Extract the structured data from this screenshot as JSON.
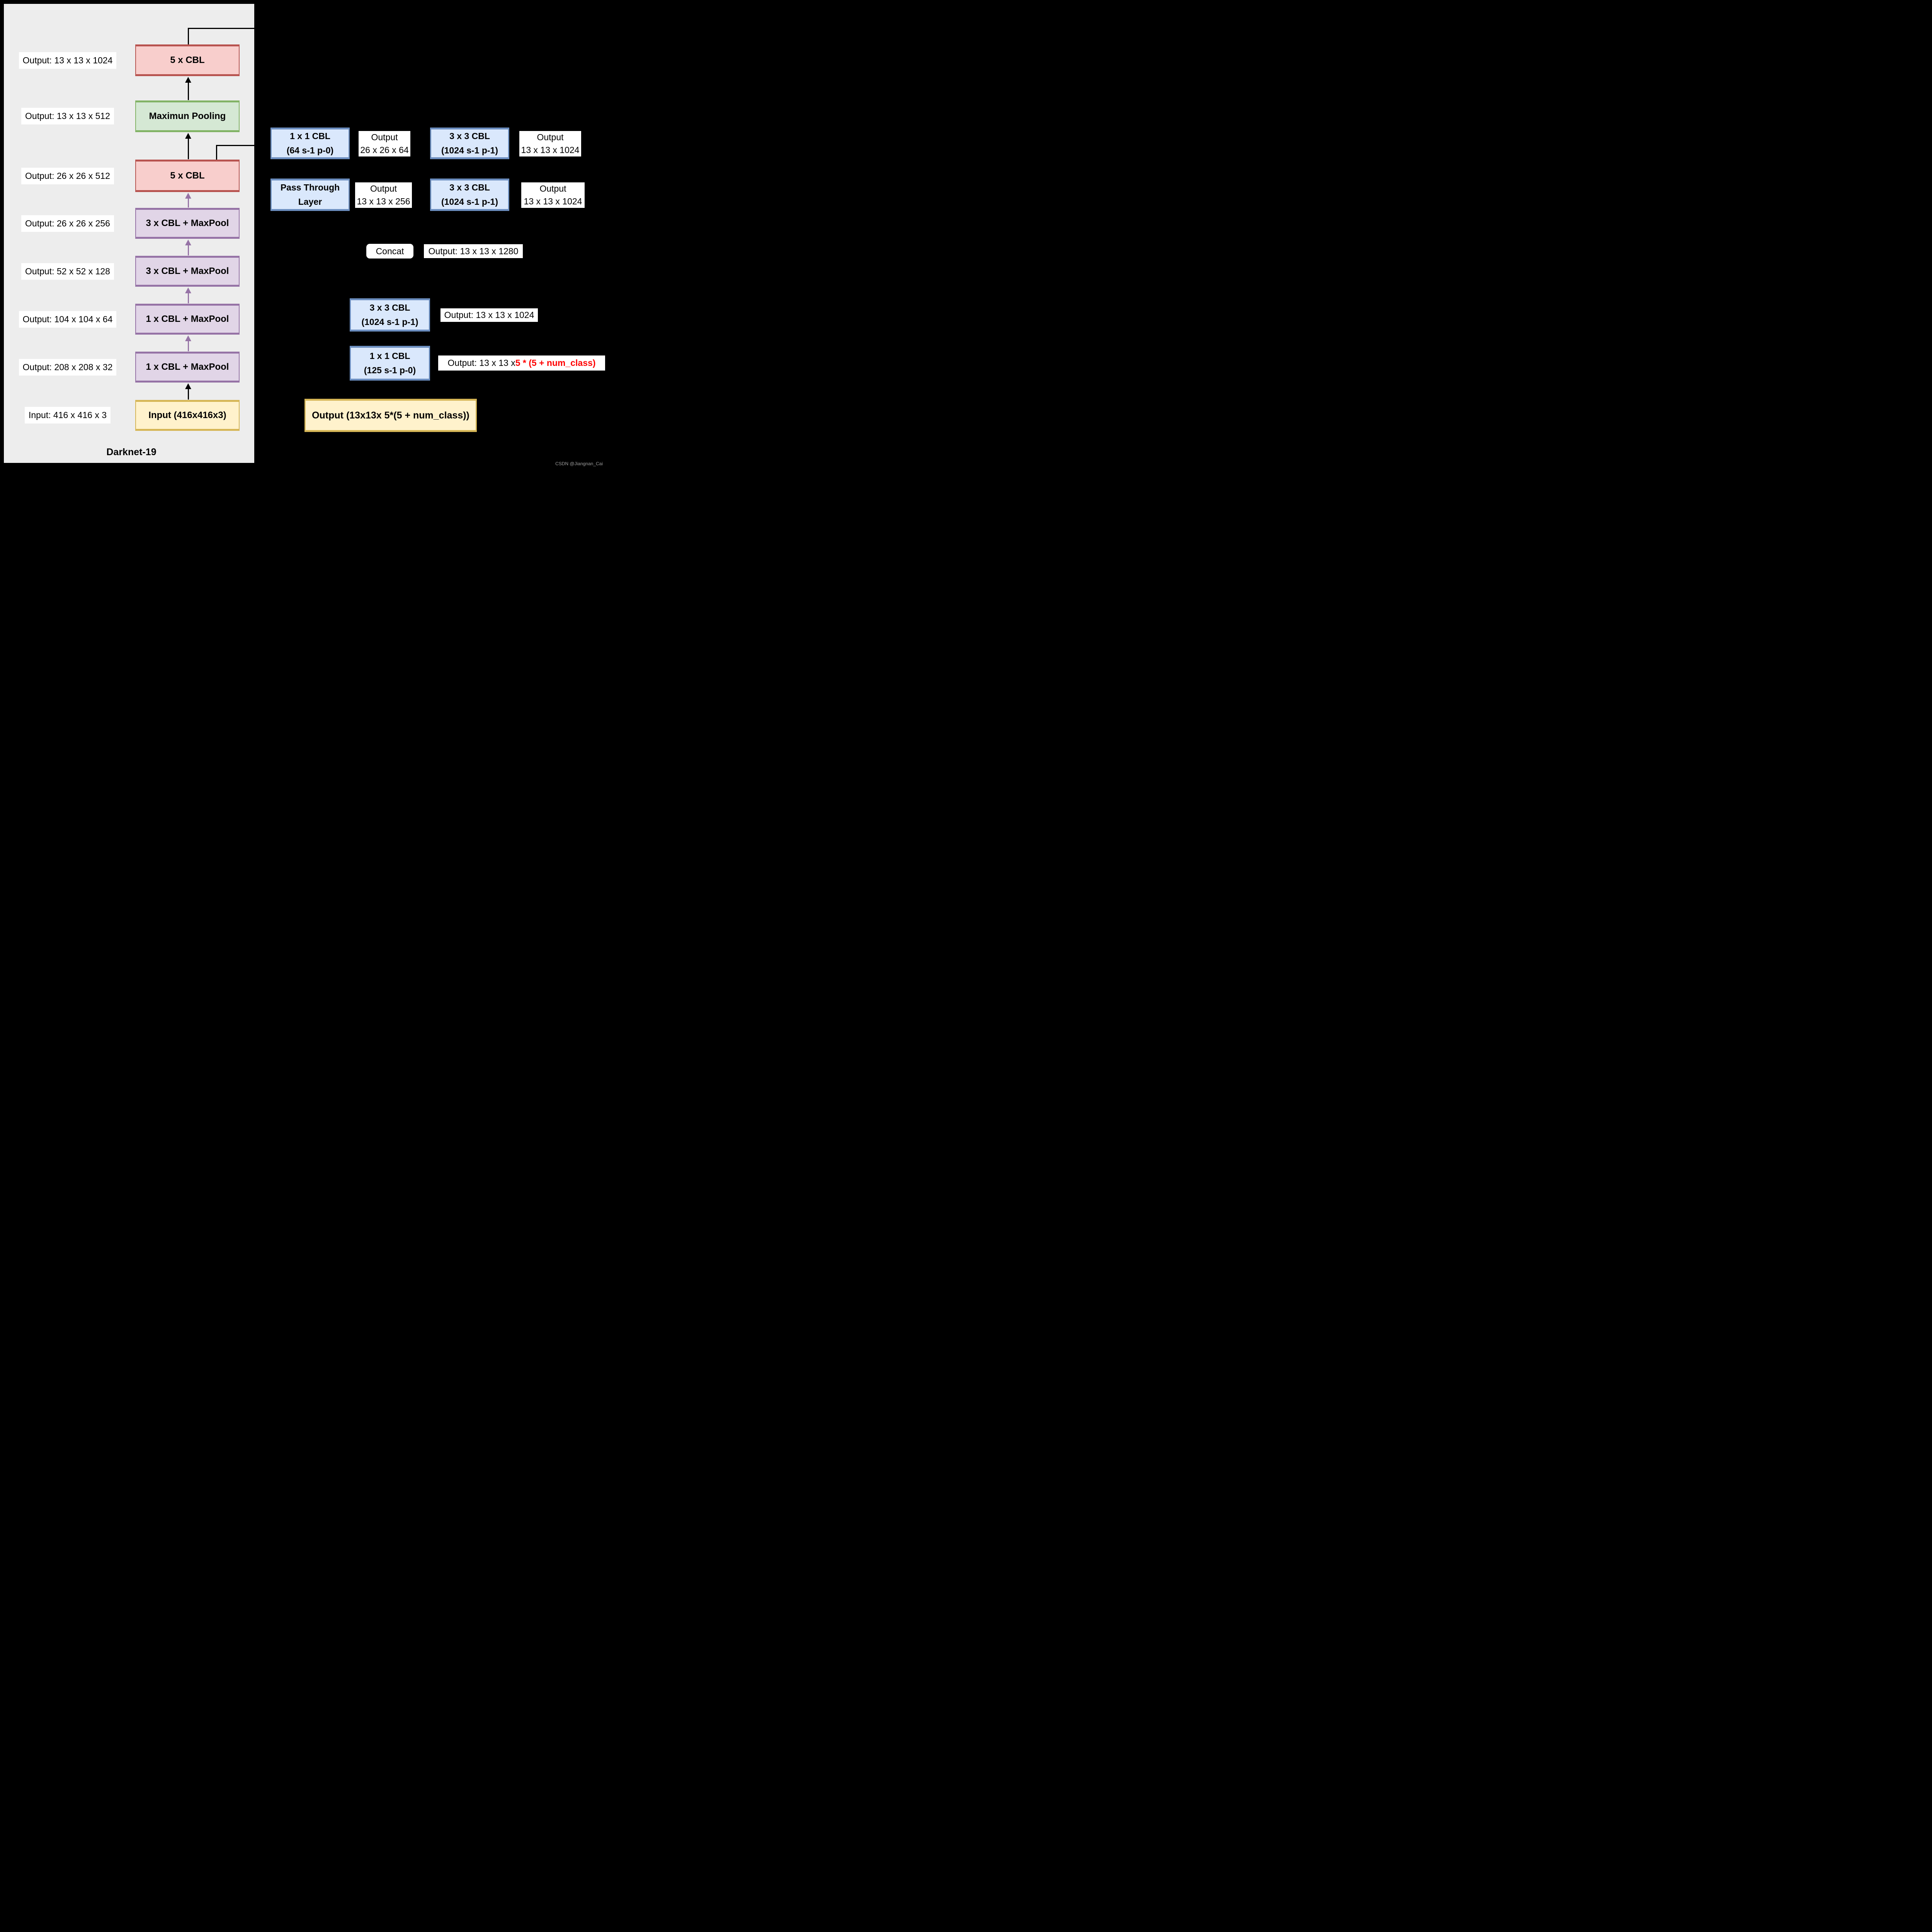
{
  "colors": {
    "canvas_bg": "#000000",
    "panel_bg": "#ededed",
    "red_fill": "#f8cecc",
    "red_stroke": "#b85450",
    "green_fill": "#d5e8d4",
    "green_stroke": "#82b366",
    "purple_fill": "#e1d5e7",
    "purple_stroke": "#9673a6",
    "yellow_fill": "#fff2cc",
    "yellow_stroke": "#d6b656",
    "blue_fill": "#dae8fc",
    "blue_stroke": "#6c8ebf",
    "highlight_red": "#ff0000",
    "arrow_black": "#000000",
    "arrow_purple": "#9673a6",
    "watermark_gray": "#9e9e9e"
  },
  "backbone": {
    "title": "Darknet-19",
    "layers": [
      {
        "label": "5 x CBL",
        "annotation": "Output: 13 x 13 x 1024"
      },
      {
        "label": "Maximun Pooling",
        "annotation": "Output: 13 x 13 x 512"
      },
      {
        "label": "5 x CBL",
        "annotation": "Output: 26 x 26 x 512"
      },
      {
        "label": "3 x CBL + MaxPool",
        "annotation": "Output: 26 x 26 x 256"
      },
      {
        "label": "3 x CBL + MaxPool",
        "annotation": "Output: 52 x 52 x 128"
      },
      {
        "label": "1 x CBL + MaxPool",
        "annotation": "Output: 104 x 104 x 64"
      },
      {
        "label": "1 x CBL + MaxPool",
        "annotation": "Output: 208 x 208 x 32"
      },
      {
        "label": "Input (416x416x3)",
        "annotation": "Input: 416 x 416 x 3"
      }
    ]
  },
  "head": {
    "row1": {
      "conv_1x1_64": {
        "line1": "1 x 1 CBL",
        "line2": "(64 s-1 p-0)"
      },
      "out_26_26_64": {
        "line1": "Output",
        "line2": "26 x 26 x 64"
      },
      "conv_3x3_1024_a": {
        "line1": "3 x 3 CBL",
        "line2": "(1024 s-1 p-1)"
      },
      "out_13_13_1024_a": {
        "line1": "Output",
        "line2": "13 x 13 x 1024"
      }
    },
    "row2": {
      "pass_through": {
        "line1": "Pass Through",
        "line2": "Layer"
      },
      "out_13_13_256": {
        "line1": "Output",
        "line2": "13 x 13 x 256"
      },
      "conv_3x3_1024_b": {
        "line1": "3 x 3 CBL",
        "line2": "(1024 s-1 p-1)"
      },
      "out_13_13_1024_b": {
        "line1": "Output",
        "line2": "13 x 13 x 1024"
      }
    },
    "concat": {
      "label": "Concat",
      "output": "Output: 13 x 13 x 1280"
    },
    "conv_3x3_1024_c": {
      "line1": "3 x 3 CBL",
      "line2": "(1024 s-1 p-1)",
      "output": "Output: 13 x 13 x 1024"
    },
    "conv_1x1_125": {
      "line1": "1 x 1 CBL",
      "line2": "(125 s-1 p-0)",
      "output_prefix": "Output: 13 x 13 x ",
      "output_highlight": "5 * (5  + num_class)"
    },
    "final_output": {
      "label": "Output (13x13x 5*(5 + num_class))"
    }
  },
  "watermark": "CSDN @Jiangnan_Cai"
}
